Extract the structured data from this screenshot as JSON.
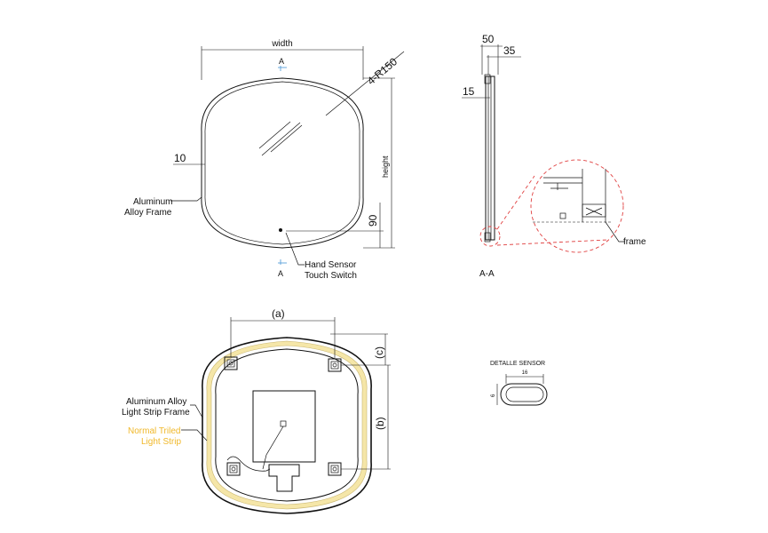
{
  "front_view": {
    "width_label": "width",
    "height_label": "height",
    "radius_label": "4-R150",
    "dim_10": "10",
    "dim_90": "90",
    "section_marker_top": "A",
    "section_marker_bottom": "A",
    "frame_callout_line1": "Aluminum",
    "frame_callout_line2": "Alloy Frame",
    "sensor_callout_line1": "Hand Sensor",
    "sensor_callout_line2": "Touch Switch"
  },
  "section_view": {
    "dim_50": "50",
    "dim_35": "35",
    "dim_15": "15",
    "frame_label": "frame",
    "title": "A-A"
  },
  "back_view": {
    "dim_a": "(a)",
    "dim_b": "(b)",
    "dim_c": "(c)",
    "strip_frame_line1": "Aluminum Alloy",
    "strip_frame_line2": "Light Strip Frame",
    "led_line1": "Normal Triled",
    "led_line2": "Light Strip"
  },
  "sensor_detail": {
    "title": "DETALLE SENSOR",
    "dim_16": "16",
    "dim_6": "6"
  },
  "colors": {
    "line": "#111111",
    "detail_circle": "#e04040",
    "section_marker": "#5aa0d8",
    "led_strip": "#f5e6a8",
    "led_text": "#f0b82a"
  }
}
